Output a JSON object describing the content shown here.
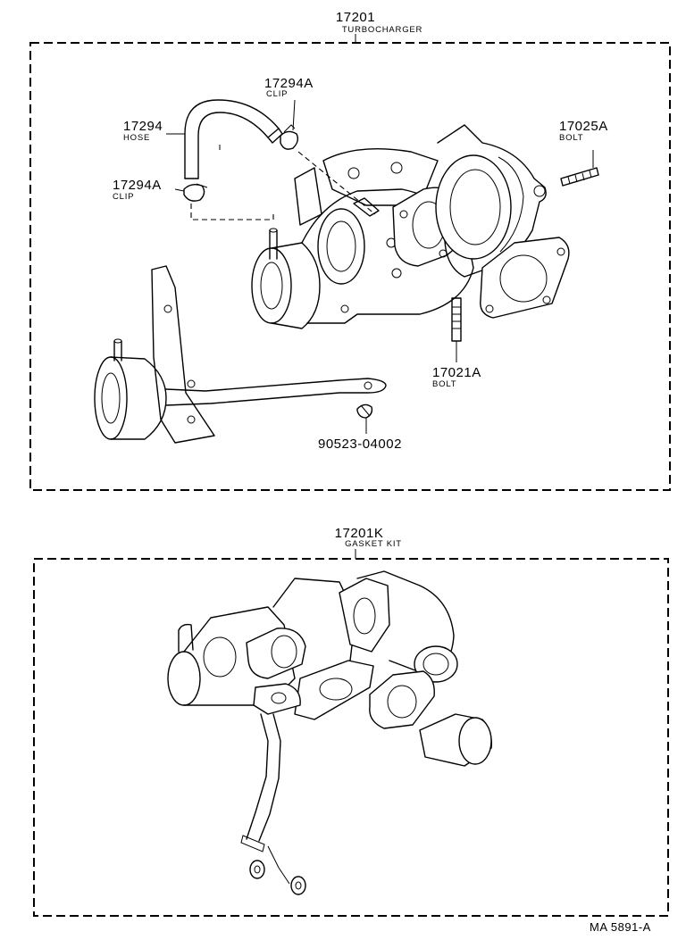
{
  "top_assembly": {
    "part_number": "17201",
    "name": "TURBOCHARGER"
  },
  "callouts_top": [
    {
      "part_number": "17294A",
      "name": "CLIP"
    },
    {
      "part_number": "17294",
      "name": "HOSE"
    },
    {
      "part_number": "17294A",
      "name": "CLIP"
    },
    {
      "part_number": "17025A",
      "name": "BOLT"
    },
    {
      "part_number": "17021A",
      "name": "BOLT"
    },
    {
      "part_number": "90523-04002",
      "name": ""
    }
  ],
  "bottom_assembly": {
    "part_number": "17201K",
    "name": "GASKET KIT"
  },
  "figure_code": "MA  5891-A"
}
